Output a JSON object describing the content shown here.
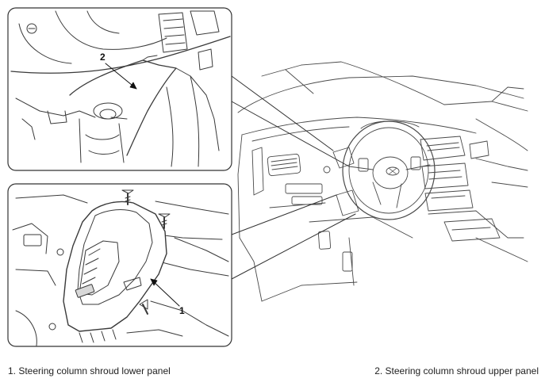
{
  "figure": {
    "callouts": {
      "upper_panel_number": "2",
      "lower_panel_number": "1"
    }
  },
  "captions": {
    "left": "1. Steering column shroud lower panel",
    "right": "2. Steering column shroud upper panel"
  }
}
